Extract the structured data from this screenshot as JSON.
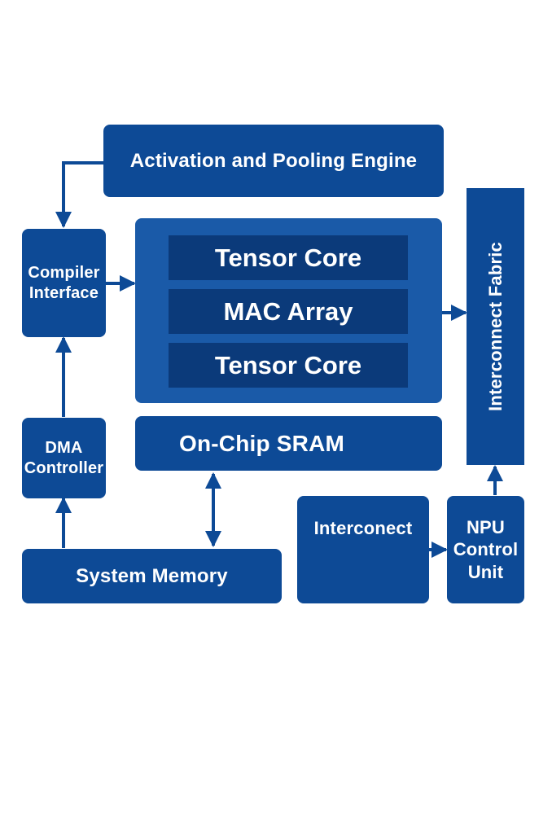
{
  "colors": {
    "block": "#0d4a96",
    "cluster": "#1a5aa8",
    "core": "#0b3a7a",
    "arrow": "#0d4a96",
    "background": "#ffffff"
  },
  "blocks": {
    "activation": "Activation and Pooling Engine",
    "compiler": "Compiler\nInterface",
    "tensor_core_top": "Tensor Core",
    "mac_array": "MAC Array",
    "tensor_core_bottom": "Tensor Core",
    "sram": "On-Chip SRAM",
    "dma": "DMA\nController",
    "system_memory": "System Memory",
    "interconnect": "Interconect",
    "npu_control": "NPU\nControl\nUnit",
    "fabric": "Interconnect Fabric"
  }
}
